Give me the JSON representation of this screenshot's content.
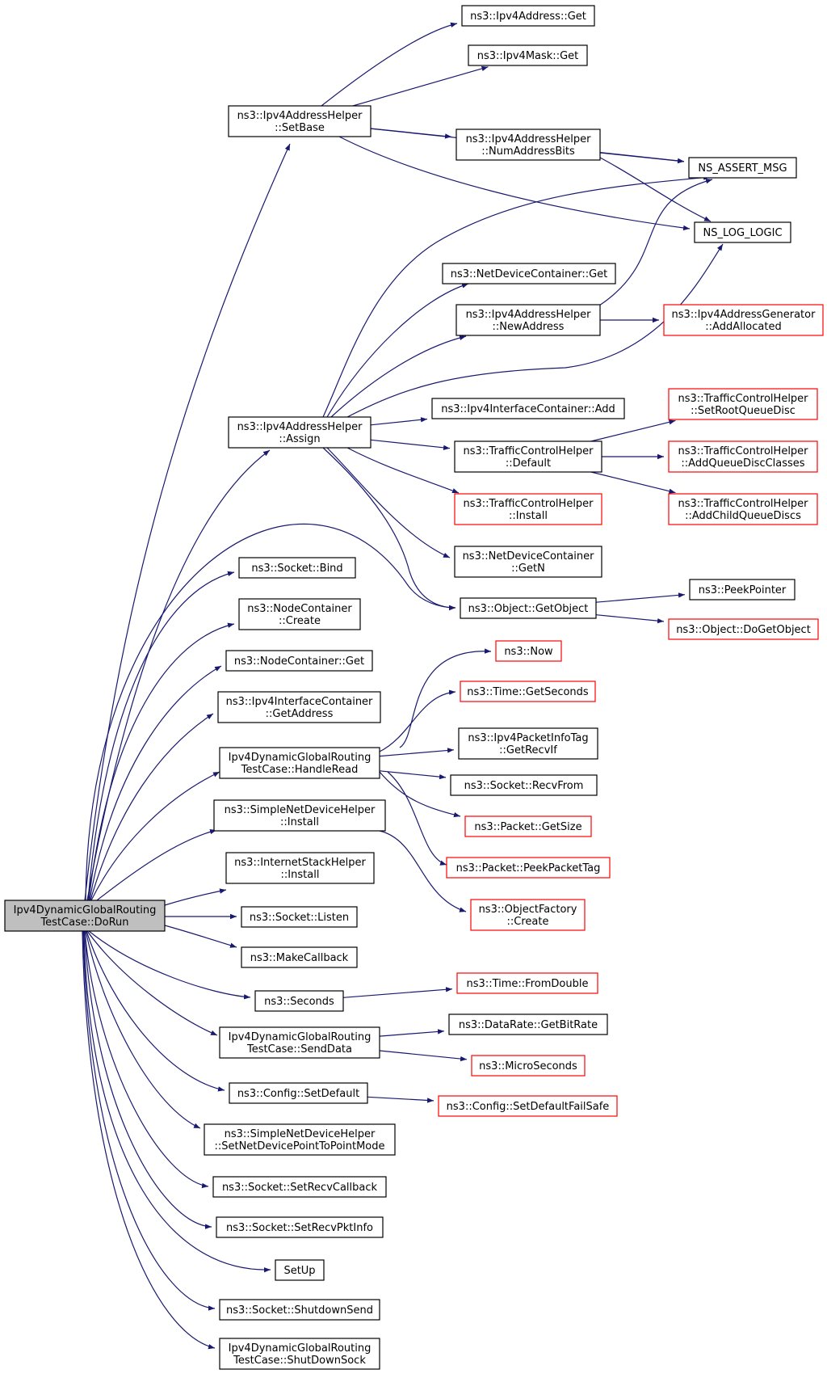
{
  "colors": {
    "edge": "#191970",
    "node_border": "#000000",
    "incomplete_border": "#ff0000",
    "root_fill": "#bfbfbf"
  },
  "nodes": [
    {
      "id": "root",
      "lines": [
        "Ipv4DynamicGlobalRouting",
        "TestCase::DoRun"
      ],
      "style": "root"
    },
    {
      "id": "setbase",
      "lines": [
        "ns3::Ipv4AddressHelper",
        "::SetBase"
      ],
      "style": "normal"
    },
    {
      "id": "addrget",
      "lines": [
        "ns3::Ipv4Address::Get"
      ],
      "style": "normal"
    },
    {
      "id": "maskget",
      "lines": [
        "ns3::Ipv4Mask::Get"
      ],
      "style": "normal"
    },
    {
      "id": "numbits",
      "lines": [
        "ns3::Ipv4AddressHelper",
        "::NumAddressBits"
      ],
      "style": "normal"
    },
    {
      "id": "assertmsg",
      "lines": [
        "NS_ASSERT_MSG"
      ],
      "style": "normal"
    },
    {
      "id": "loglogic",
      "lines": [
        "NS_LOG_LOGIC"
      ],
      "style": "normal"
    },
    {
      "id": "ndcget",
      "lines": [
        "ns3::NetDeviceContainer::Get"
      ],
      "style": "normal"
    },
    {
      "id": "newaddr",
      "lines": [
        "ns3::Ipv4AddressHelper",
        "::NewAddress"
      ],
      "style": "normal"
    },
    {
      "id": "addalloc",
      "lines": [
        "ns3::Ipv4AddressGenerator",
        "::AddAllocated"
      ],
      "style": "red"
    },
    {
      "id": "assign",
      "lines": [
        "ns3::Ipv4AddressHelper",
        "::Assign"
      ],
      "style": "normal"
    },
    {
      "id": "icadd",
      "lines": [
        "ns3::Ipv4InterfaceContainer::Add"
      ],
      "style": "normal"
    },
    {
      "id": "tchroot",
      "lines": [
        "ns3::TrafficControlHelper",
        "::SetRootQueueDisc"
      ],
      "style": "red"
    },
    {
      "id": "tchdefault",
      "lines": [
        "ns3::TrafficControlHelper",
        "::Default"
      ],
      "style": "normal"
    },
    {
      "id": "tchaddclasses",
      "lines": [
        "ns3::TrafficControlHelper",
        "::AddQueueDiscClasses"
      ],
      "style": "red"
    },
    {
      "id": "tchinstall",
      "lines": [
        "ns3::TrafficControlHelper",
        "::Install"
      ],
      "style": "red"
    },
    {
      "id": "tchaddchild",
      "lines": [
        "ns3::TrafficControlHelper",
        "::AddChildQueueDiscs"
      ],
      "style": "red"
    },
    {
      "id": "ndcgetn",
      "lines": [
        "ns3::NetDeviceContainer",
        "::GetN"
      ],
      "style": "normal"
    },
    {
      "id": "sockbind",
      "lines": [
        "ns3::Socket::Bind"
      ],
      "style": "normal"
    },
    {
      "id": "peekptr",
      "lines": [
        "ns3::PeekPointer"
      ],
      "style": "normal"
    },
    {
      "id": "getobject",
      "lines": [
        "ns3::Object::GetObject"
      ],
      "style": "normal"
    },
    {
      "id": "nccreate",
      "lines": [
        "ns3::NodeContainer",
        "::Create"
      ],
      "style": "normal"
    },
    {
      "id": "dogetobject",
      "lines": [
        "ns3::Object::DoGetObject"
      ],
      "style": "red"
    },
    {
      "id": "now",
      "lines": [
        "ns3::Now"
      ],
      "style": "red"
    },
    {
      "id": "ncget",
      "lines": [
        "ns3::NodeContainer::Get"
      ],
      "style": "normal"
    },
    {
      "id": "getseconds",
      "lines": [
        "ns3::Time::GetSeconds"
      ],
      "style": "red"
    },
    {
      "id": "icgetaddr",
      "lines": [
        "ns3::Ipv4InterfaceContainer",
        "::GetAddress"
      ],
      "style": "normal"
    },
    {
      "id": "getrecvif",
      "lines": [
        "ns3::Ipv4PacketInfoTag",
        "::GetRecvIf"
      ],
      "style": "normal"
    },
    {
      "id": "handleread",
      "lines": [
        "Ipv4DynamicGlobalRouting",
        "TestCase::HandleRead"
      ],
      "style": "normal"
    },
    {
      "id": "recvfrom",
      "lines": [
        "ns3::Socket::RecvFrom"
      ],
      "style": "normal"
    },
    {
      "id": "sndhinstall",
      "lines": [
        "ns3::SimpleNetDeviceHelper",
        "::Install"
      ],
      "style": "normal"
    },
    {
      "id": "getsize",
      "lines": [
        "ns3::Packet::GetSize"
      ],
      "style": "red"
    },
    {
      "id": "ishinstall",
      "lines": [
        "ns3::InternetStackHelper",
        "::Install"
      ],
      "style": "normal"
    },
    {
      "id": "peektag",
      "lines": [
        "ns3::Packet::PeekPacketTag"
      ],
      "style": "red"
    },
    {
      "id": "ofcreate",
      "lines": [
        "ns3::ObjectFactory",
        "::Create"
      ],
      "style": "red"
    },
    {
      "id": "listen",
      "lines": [
        "ns3::Socket::Listen"
      ],
      "style": "normal"
    },
    {
      "id": "makecb",
      "lines": [
        "ns3::MakeCallback"
      ],
      "style": "normal"
    },
    {
      "id": "seconds",
      "lines": [
        "ns3::Seconds"
      ],
      "style": "normal"
    },
    {
      "id": "fromdouble",
      "lines": [
        "ns3::Time::FromDouble"
      ],
      "style": "red"
    },
    {
      "id": "senddata",
      "lines": [
        "Ipv4DynamicGlobalRouting",
        "TestCase::SendData"
      ],
      "style": "normal"
    },
    {
      "id": "getbitrate",
      "lines": [
        "ns3::DataRate::GetBitRate"
      ],
      "style": "normal"
    },
    {
      "id": "micro",
      "lines": [
        "ns3::MicroSeconds"
      ],
      "style": "red"
    },
    {
      "id": "setdefault",
      "lines": [
        "ns3::Config::SetDefault"
      ],
      "style": "normal"
    },
    {
      "id": "setdefaultfs",
      "lines": [
        "ns3::Config::SetDefaultFailSafe"
      ],
      "style": "red"
    },
    {
      "id": "p2pmode",
      "lines": [
        "ns3::SimpleNetDeviceHelper",
        "::SetNetDevicePointToPointMode"
      ],
      "style": "normal"
    },
    {
      "id": "setrecvcb",
      "lines": [
        "ns3::Socket::SetRecvCallback"
      ],
      "style": "normal"
    },
    {
      "id": "setrecvpkt",
      "lines": [
        "ns3::Socket::SetRecvPktInfo"
      ],
      "style": "normal"
    },
    {
      "id": "setup",
      "lines": [
        "SetUp"
      ],
      "style": "normal"
    },
    {
      "id": "shutdownsend",
      "lines": [
        "ns3::Socket::ShutdownSend"
      ],
      "style": "normal"
    },
    {
      "id": "shutdownsock",
      "lines": [
        "Ipv4DynamicGlobalRouting",
        "TestCase::ShutDownSock"
      ],
      "style": "normal"
    }
  ],
  "edges": [
    [
      "root",
      "setbase"
    ],
    [
      "root",
      "assign"
    ],
    [
      "root",
      "getobject"
    ],
    [
      "root",
      "sockbind"
    ],
    [
      "root",
      "nccreate"
    ],
    [
      "root",
      "ncget"
    ],
    [
      "root",
      "icgetaddr"
    ],
    [
      "root",
      "handleread"
    ],
    [
      "root",
      "sndhinstall"
    ],
    [
      "root",
      "ishinstall"
    ],
    [
      "root",
      "listen"
    ],
    [
      "root",
      "makecb"
    ],
    [
      "root",
      "seconds"
    ],
    [
      "root",
      "senddata"
    ],
    [
      "root",
      "setdefault"
    ],
    [
      "root",
      "p2pmode"
    ],
    [
      "root",
      "setrecvcb"
    ],
    [
      "root",
      "setrecvpkt"
    ],
    [
      "root",
      "setup"
    ],
    [
      "root",
      "shutdownsend"
    ],
    [
      "root",
      "shutdownsock"
    ],
    [
      "setbase",
      "addrget"
    ],
    [
      "setbase",
      "maskget"
    ],
    [
      "setbase",
      "assertmsg"
    ],
    [
      "setbase",
      "numbits"
    ],
    [
      "setbase",
      "loglogic"
    ],
    [
      "numbits",
      "assertmsg"
    ],
    [
      "numbits",
      "loglogic"
    ],
    [
      "assign",
      "assertmsg"
    ],
    [
      "assign",
      "ndcget"
    ],
    [
      "assign",
      "newaddr"
    ],
    [
      "assign",
      "loglogic"
    ],
    [
      "assign",
      "icadd"
    ],
    [
      "assign",
      "tchdefault"
    ],
    [
      "assign",
      "tchinstall"
    ],
    [
      "assign",
      "ndcgetn"
    ],
    [
      "assign",
      "getobject"
    ],
    [
      "newaddr",
      "assertmsg"
    ],
    [
      "newaddr",
      "addalloc"
    ],
    [
      "tchdefault",
      "tchroot"
    ],
    [
      "tchdefault",
      "tchaddclasses"
    ],
    [
      "tchdefault",
      "tchaddchild"
    ],
    [
      "getobject",
      "peekptr"
    ],
    [
      "getobject",
      "dogetobject"
    ],
    [
      "handleread",
      "now"
    ],
    [
      "handleread",
      "getseconds"
    ],
    [
      "handleread",
      "getrecvif"
    ],
    [
      "handleread",
      "recvfrom"
    ],
    [
      "handleread",
      "getsize"
    ],
    [
      "handleread",
      "peektag"
    ],
    [
      "sndhinstall",
      "ofcreate"
    ],
    [
      "seconds",
      "fromdouble"
    ],
    [
      "senddata",
      "getbitrate"
    ],
    [
      "senddata",
      "micro"
    ],
    [
      "setdefault",
      "setdefaultfs"
    ]
  ]
}
